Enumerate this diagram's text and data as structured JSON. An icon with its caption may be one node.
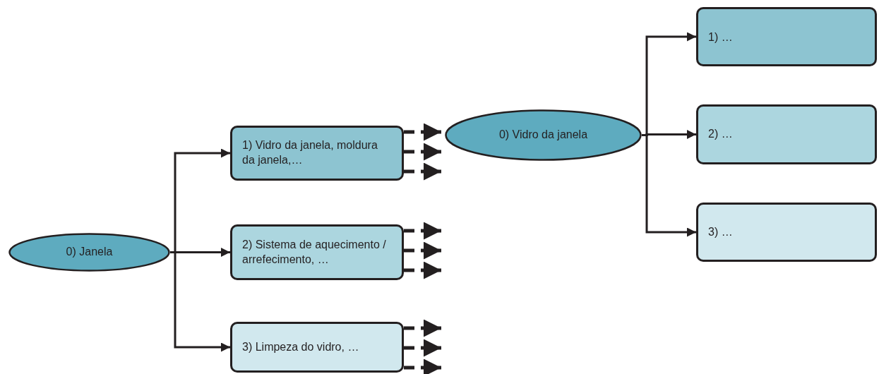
{
  "diagram": {
    "nodes": [
      {
        "text": [
          "0) Janela"
        ]
      },
      {
        "text": [
          "1) Vidro da janela, moldura da janela,…"
        ]
      },
      {
        "text": [
          "2) Sistema de aquecimento / arrefecimento, …"
        ]
      },
      {
        "text": [
          "3) Limpeza do vidro, …"
        ]
      },
      {
        "text": [
          "0) Vidro da janela"
        ]
      },
      {
        "text": [
          "1)  …"
        ]
      },
      {
        "text": [
          "2)  …"
        ]
      },
      {
        "text": [
          "3)  …"
        ]
      }
    ],
    "edges": [
      {
        "from": 0,
        "to": 1,
        "arrow": "to"
      },
      {
        "from": 0,
        "to": 2,
        "arrow": "to"
      },
      {
        "from": 0,
        "to": 3,
        "arrow": "to"
      },
      {
        "from": 4,
        "to": 5,
        "arrow": "to"
      },
      {
        "from": 4,
        "to": 6,
        "arrow": "to"
      },
      {
        "from": 4,
        "to": 7,
        "arrow": "to"
      },
      {
        "from": 1,
        "to": 4,
        "arrow": "to",
        "style": "dashed"
      },
      {
        "from": 1,
        "to": 4,
        "arrow": "to",
        "style": "dashed"
      },
      {
        "from": 1,
        "to": 4,
        "arrow": "to",
        "style": "dashed"
      },
      {
        "from": 2,
        "to": null,
        "arrow": "to",
        "style": "dashed"
      },
      {
        "from": 2,
        "to": null,
        "arrow": "to",
        "style": "dashed"
      },
      {
        "from": 2,
        "to": null,
        "arrow": "to",
        "style": "dashed"
      },
      {
        "from": 3,
        "to": null,
        "arrow": "to",
        "style": "dashed"
      },
      {
        "from": 3,
        "to": null,
        "arrow": "to",
        "style": "dashed"
      },
      {
        "from": 3,
        "to": null,
        "arrow": "to",
        "style": "dashed"
      }
    ]
  }
}
